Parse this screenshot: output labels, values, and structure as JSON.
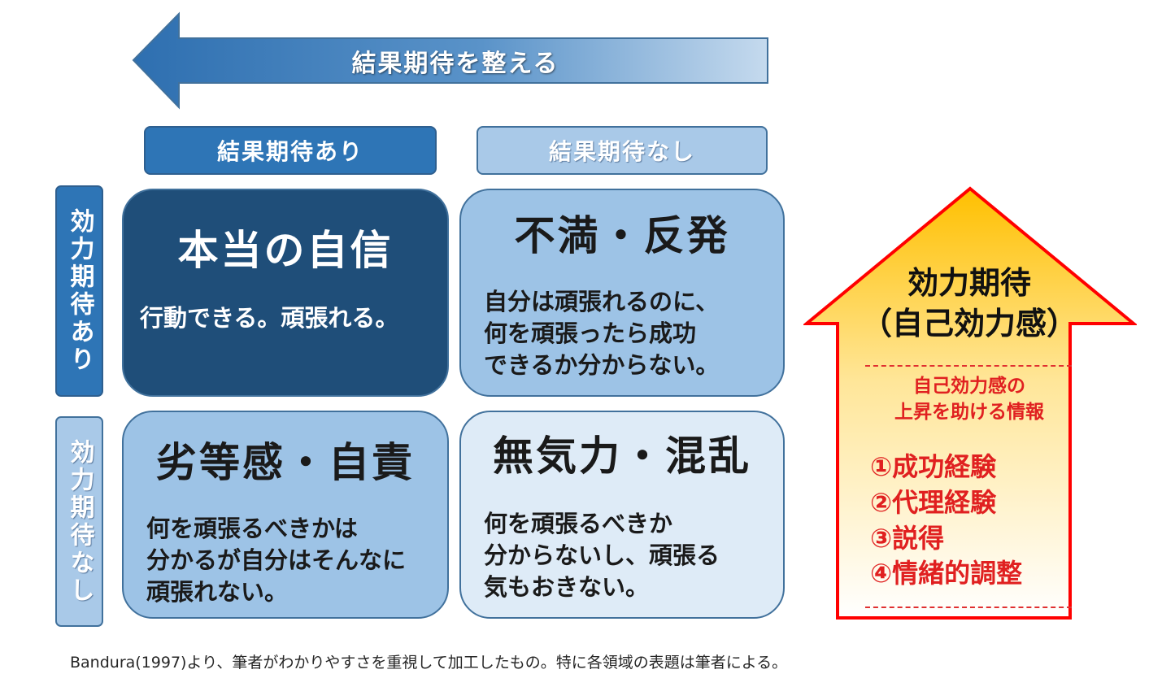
{
  "top_arrow": {
    "label": "結果期待を整える"
  },
  "columns": {
    "yes": "結果期待あり",
    "no": "結果期待なし"
  },
  "rows": {
    "yes": "効力期待あり",
    "no": "効力期待なし"
  },
  "quadrants": {
    "true_confidence": {
      "title": "本当の自信",
      "lines": [
        "行動できる。頑張れる。"
      ]
    },
    "dissatisfaction": {
      "title": "不満・反発",
      "lines": [
        "自分は頑張れるのに、",
        "何を頑張ったら成功",
        "できるか分からない。"
      ]
    },
    "inferiority": {
      "title": "劣等感・自責",
      "lines": [
        "何を頑張るべきかは",
        "分かるが自分はそんなに",
        "頑張れない。"
      ]
    },
    "helplessness": {
      "title": "無気力・混乱",
      "lines": [
        "何を頑張るべきか",
        "分からないし、頑張る",
        "気もおきない。"
      ]
    }
  },
  "efficacy_arrow": {
    "title_line1": "効力期待",
    "title_line2": "（自己効力感）",
    "subtitle_line1": "自己効力感の",
    "subtitle_line2": "上昇を助ける情報",
    "items": [
      "①成功経験",
      "②代理経験",
      "③説得",
      "④情緒的調整"
    ]
  },
  "footnote": "Bandura(1997)より、筆者がわかりやすさを重視して加工したもの。特に各領域の表題は筆者による。",
  "colors": {
    "dark_blue": "#1f4e79",
    "mid_blue": "#2e75b6",
    "light_blue": "#9dc3e6",
    "pale_blue": "#deebf7",
    "arrow_red": "#e02020",
    "arrow_gold": "#ffc000"
  }
}
